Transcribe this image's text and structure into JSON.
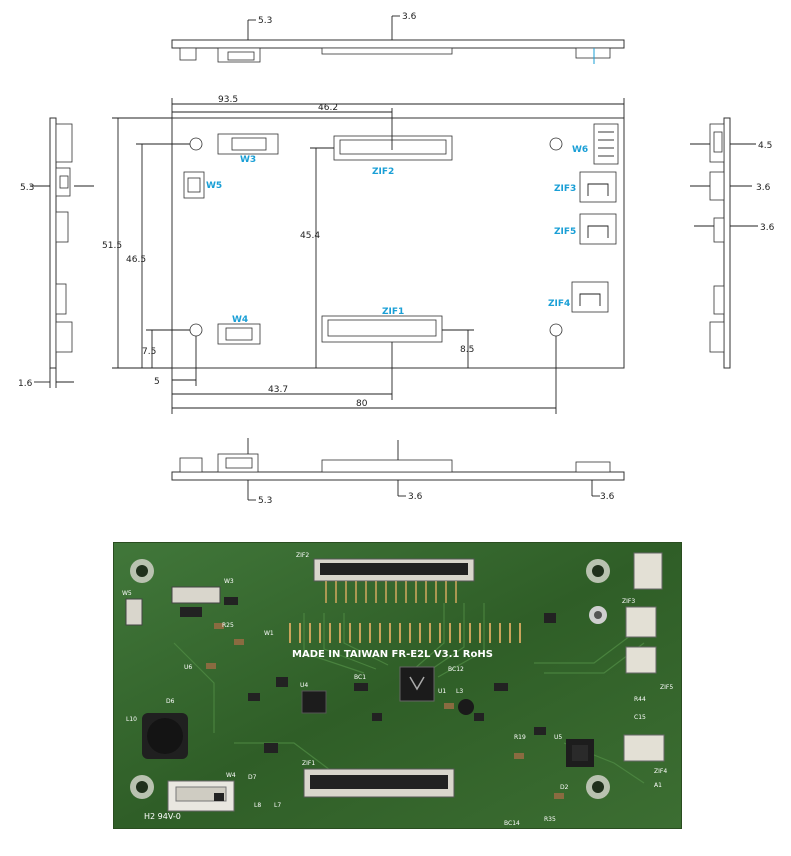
{
  "drawing": {
    "top_view": {
      "dim_left": "5.3",
      "dim_right": "3.6"
    },
    "main_view": {
      "dim_width_top": "93.5",
      "dim_zif_top": "46.2",
      "dim_height_total": "51.5",
      "dim_height_holes": "46.5",
      "dim_zif_vertical": "45.4",
      "dim_hole_bottom": "7.5",
      "dim_zif1_bottom": "8.5",
      "dim_hole_left": "5",
      "dim_zif1_left": "43.7",
      "dim_hole_span": "80"
    },
    "left_view": {
      "dim_conn": "5.3",
      "dim_thickness": "1.6"
    },
    "right_view": {
      "dim_top": "4.5",
      "dim_mid": "3.6",
      "dim_low": "3.6"
    },
    "bottom_view": {
      "dim_left": "5.3",
      "dim_mid": "3.6",
      "dim_right": "3.6"
    },
    "labels": {
      "w3": "W3",
      "w5": "W5",
      "w4": "W4",
      "w6": "W6",
      "zif2": "ZIF2",
      "zif1": "ZIF1",
      "zif3": "ZIF3",
      "zif5": "ZIF5",
      "zif4": "ZIF4"
    }
  },
  "photo": {
    "main_silk": "MADE IN TAIWAN FR-E2L V3.1 RoHS",
    "bottom_left_silk": "H2 94V-0",
    "labels": {
      "w5": "W5",
      "w3": "W3",
      "w4": "W4",
      "w1": "W1",
      "l10": "L10",
      "d6": "D6",
      "u6": "U6",
      "u4": "U4",
      "u1": "U1",
      "u5": "U5",
      "l3": "L3",
      "l7": "L7",
      "l8": "L8",
      "d7": "D7",
      "a1": "A1",
      "zif2": "ZIF2",
      "zif1": "ZIF1",
      "zif3": "ZIF3",
      "zif4": "ZIF4",
      "zif5": "ZIF5",
      "r25": "R25",
      "r44": "R44",
      "c15": "C15",
      "r35": "R35",
      "bc14": "BC14",
      "bc1": "BC1",
      "bc12": "BC12",
      "r19": "R19",
      "d2": "D2"
    }
  }
}
